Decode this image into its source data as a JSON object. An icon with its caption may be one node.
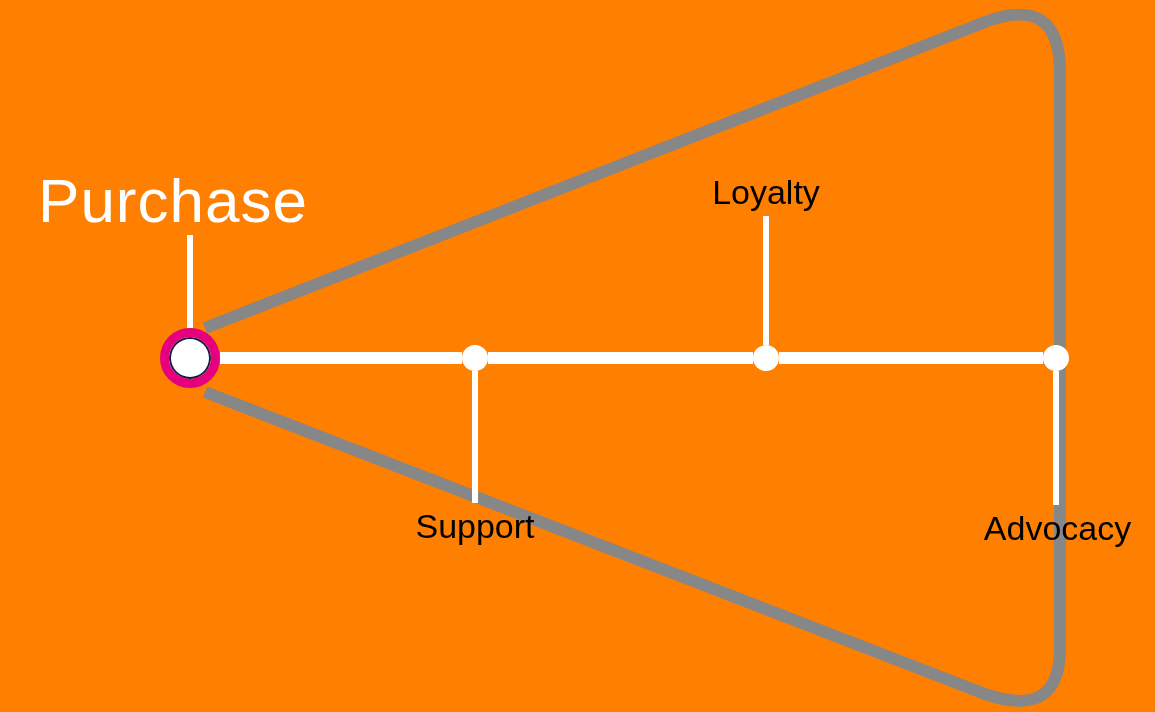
{
  "diagram": {
    "nodes": [
      {
        "text": [
          "Purchase"
        ]
      },
      {
        "text": [
          "Loyalty"
        ]
      },
      {
        "text": [],
        "shape": "circle"
      },
      {
        "text": [],
        "shape": "circle"
      },
      {
        "text": [],
        "shape": "circle"
      },
      {
        "text": [],
        "shape": "circle"
      },
      {
        "text": [
          "Support"
        ]
      },
      {
        "text": [
          "Advocacy"
        ]
      }
    ],
    "edges": [
      {
        "from": 0,
        "to": 2,
        "arrow": "none"
      },
      {
        "from": 2,
        "to": 3,
        "arrow": "none",
        "style": "thick"
      },
      {
        "from": 3,
        "to": 4,
        "arrow": "none",
        "style": "thick"
      },
      {
        "from": 4,
        "to": 5,
        "arrow": "none",
        "style": "thick"
      },
      {
        "from": 1,
        "to": 4,
        "arrow": "none"
      },
      {
        "from": 6,
        "to": 3,
        "arrow": "none"
      },
      {
        "from": 7,
        "to": 5,
        "arrow": "none"
      }
    ]
  }
}
